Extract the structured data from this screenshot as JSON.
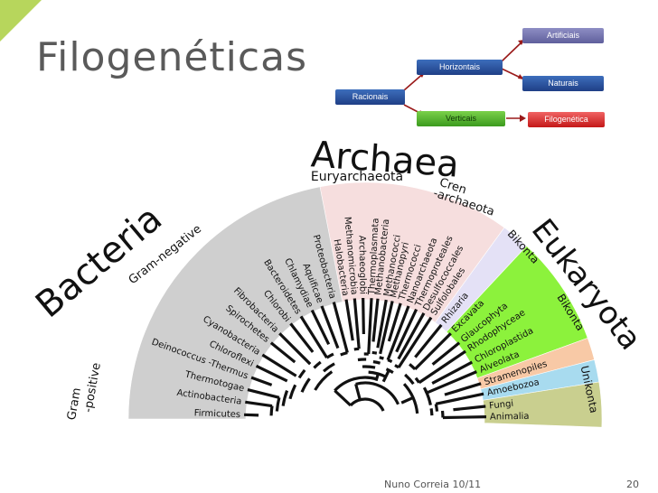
{
  "slide": {
    "title": "Filogenéticas",
    "footer_author": "Nuno Correia 10/11",
    "page_number": "20"
  },
  "flow": {
    "racionais": "Racionais",
    "horizontais": "Horizontais",
    "verticais": "Verticais",
    "artificiais": "Artificiais",
    "naturais": "Naturais",
    "filogenetica": "Filogenética"
  },
  "tree": {
    "domains": {
      "archaea": "Archaea",
      "bacteria": "Bacteria",
      "eukaryota": "Eukaryota"
    },
    "groups": {
      "euryarchaeota": "Euryarchaeota",
      "cren_1": "Cren",
      "cren_2": "-archaeota",
      "gram_negative": "Gram-negative",
      "gram_positive_1": "Gram",
      "gram_positive_2": "-positive",
      "bikonta_1": "Bikonta",
      "bikonta_2": "Bikonta",
      "unikonta": "Unikonta"
    },
    "taxa": [
      "Firmicutes",
      "Actinobacteria",
      "Thermotogae",
      "Deinococcus -Thermus",
      "Chloroflexi",
      "Cyanobacteria",
      "Spirochetes",
      "Fibrobacteria",
      "Chlorobi",
      "Bacteroidetes",
      "Chlamydiae",
      "Aquificae",
      "Proteobacteria",
      "Halobacteria",
      "Methanomicrobia",
      "Archaeoglobi",
      "Thermoplasmata",
      "Methanobacteria",
      "Methanococci",
      "Methanopyri",
      "Thermococci",
      "Nanoarchaeota",
      "Thermoproteales",
      "Desulfococcales",
      "Sulfolobales",
      "Rhizaria",
      "Excavata",
      "Glaucophyta",
      "Rhodophyceae",
      "Chloroplastida",
      "Alveolata",
      "Stramenopiles",
      "Amoebozoa",
      "Fungi",
      "Animalia"
    ],
    "colors": {
      "bacteria": "#cfcfcf",
      "archaea": "#f6dede",
      "bikonta_violet": "#e4e1f6",
      "bikonta_green": "#8cf23c",
      "amoebozoa": "#f8c9a6",
      "fungi": "#a8dbef",
      "animalia": "#c9cf8f"
    }
  }
}
